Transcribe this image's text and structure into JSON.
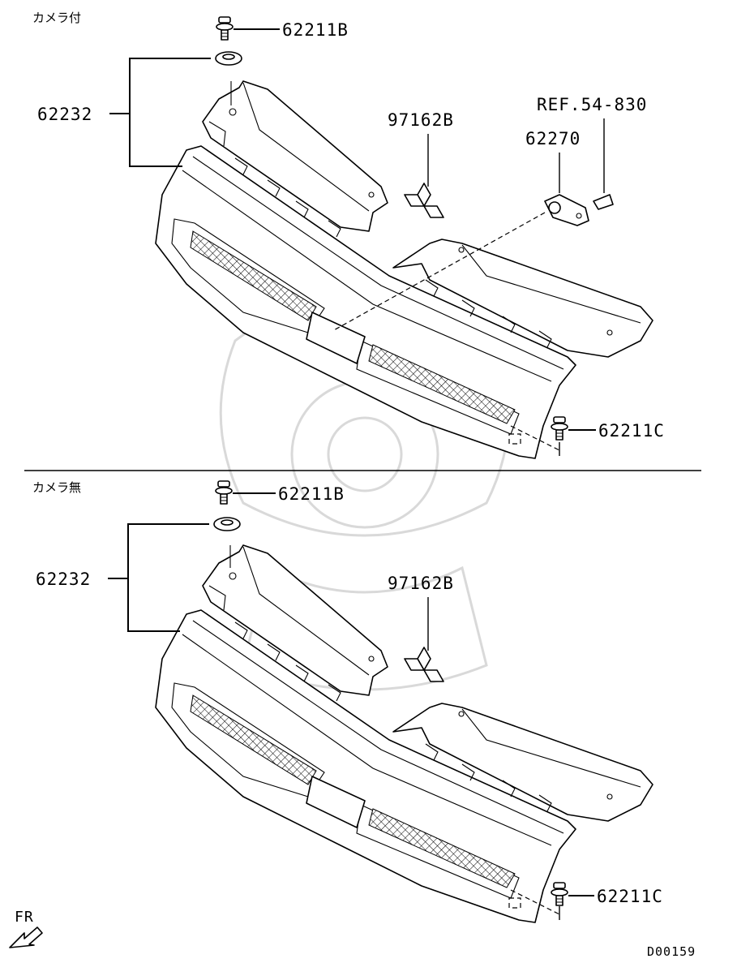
{
  "sections": {
    "top": {
      "title": "カメラ付",
      "parts": {
        "bolt_top": "62211B",
        "bracket": "62232",
        "emblem": "97162B",
        "camera": "62270",
        "reference": "REF.54-830",
        "bolt_side": "62211C"
      }
    },
    "bottom": {
      "title": "カメラ無",
      "parts": {
        "bolt_top": "62211B",
        "bracket": "62232",
        "emblem": "97162B",
        "bolt_side": "62211C"
      }
    }
  },
  "direction": "FR",
  "diagram_code": "D00159",
  "colors": {
    "line": "#000000",
    "background": "#ffffff",
    "watermark": "#d9d9d9"
  }
}
